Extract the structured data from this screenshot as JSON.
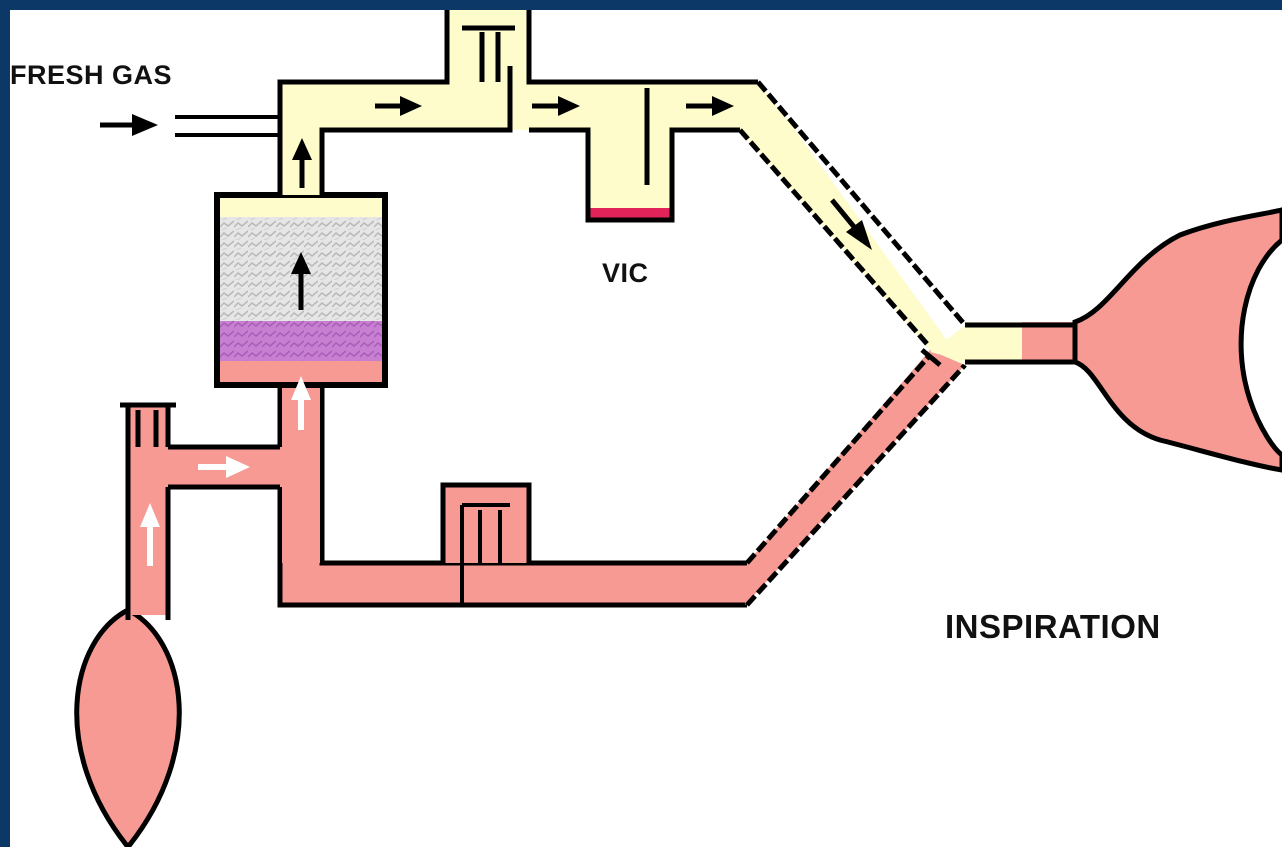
{
  "labels": {
    "fresh_gas": "FRESH GAS",
    "vic": "VIC",
    "inspiration": "INSPIRATION"
  },
  "colors": {
    "frame": "#0b3866",
    "fresh_gas_flow": "#fefccb",
    "exhaled_gas": "#f79a94",
    "absorbent": "#e4e4e4",
    "exhausted_absorbent": "#c77fd2",
    "vaporizer_liquid": "#e0245a",
    "outline": "#000000"
  },
  "icons": [
    "right-arrow-icon",
    "up-arrow-icon",
    "down-right-arrow-icon"
  ]
}
